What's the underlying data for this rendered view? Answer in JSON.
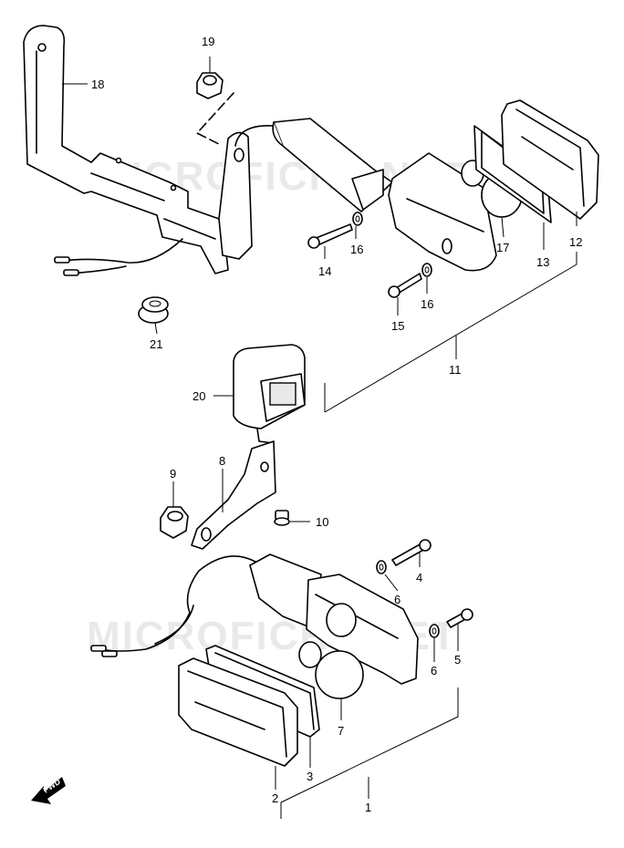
{
  "watermark": "MICROFICHE.NET",
  "direction_label": "FWD",
  "callouts": {
    "c1": "1",
    "c2": "2",
    "c3": "3",
    "c4": "4",
    "c5": "5",
    "c6a": "6",
    "c6b": "6",
    "c7": "7",
    "c8": "8",
    "c9": "9",
    "c10": "10",
    "c11": "11",
    "c12": "12",
    "c13": "13",
    "c14": "14",
    "c15": "15",
    "c16a": "16",
    "c16b": "16",
    "c17": "17",
    "c18": "18",
    "c19": "19",
    "c20": "20",
    "c21": "21"
  }
}
